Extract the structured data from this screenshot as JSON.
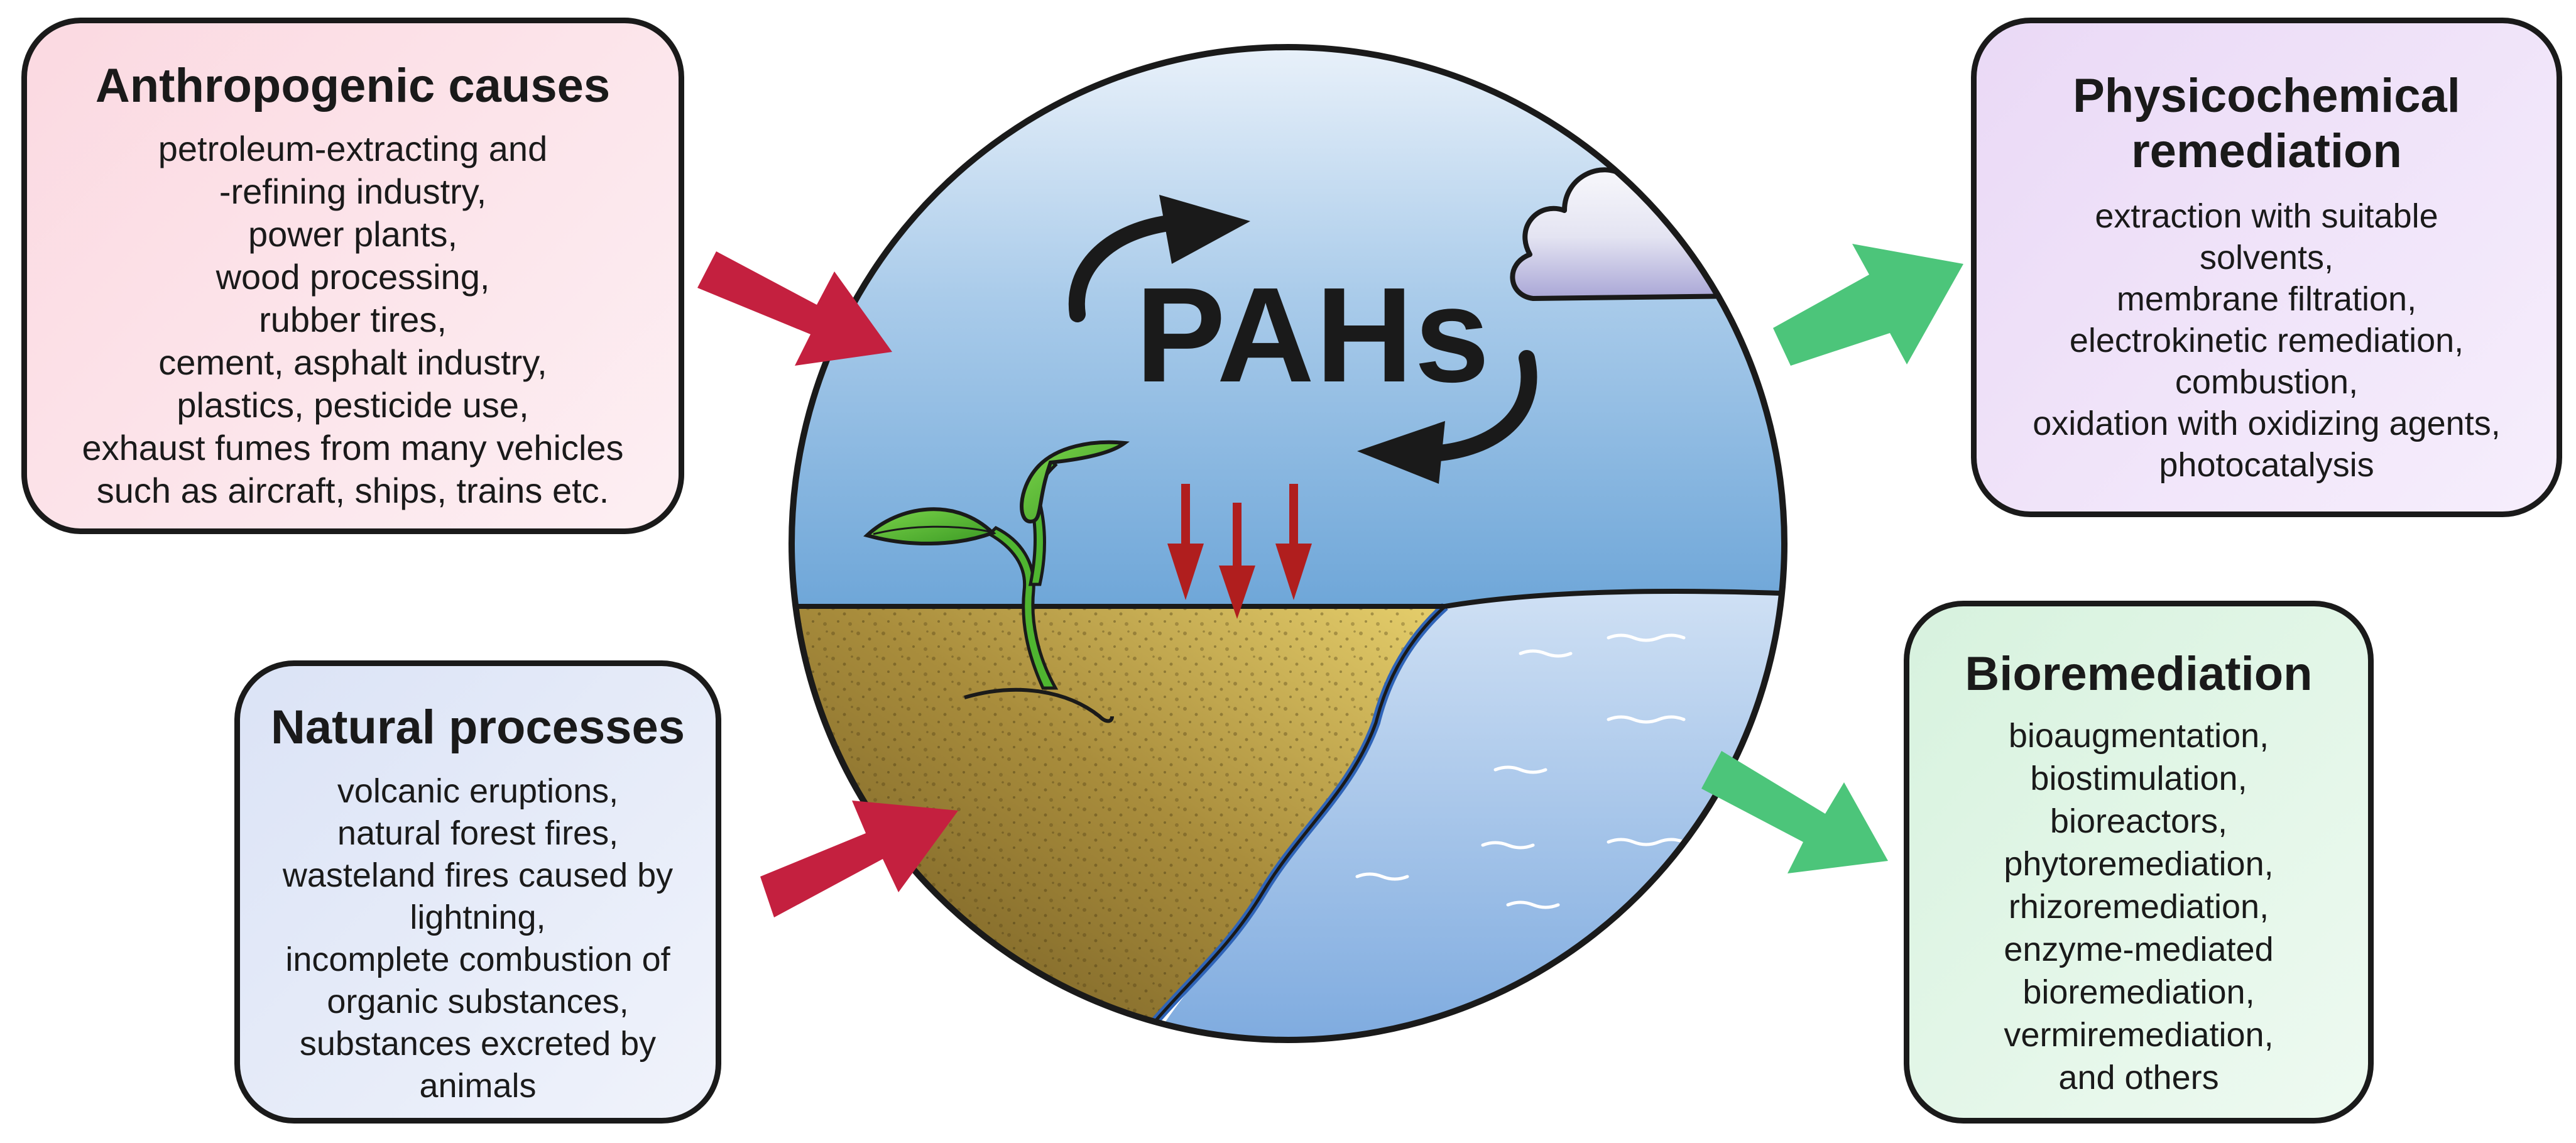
{
  "center": {
    "label": "PAHs"
  },
  "boxes": {
    "anthropogenic": {
      "title": "Anthropogenic causes",
      "lines": [
        "petroleum-extracting and",
        "-refining industry,",
        "power plants,",
        "wood processing,",
        "rubber tires,",
        "cement, asphalt industry,",
        "plastics, pesticide use,",
        "exhaust fumes from many vehicles",
        "such as aircraft, ships, trains etc."
      ]
    },
    "natural": {
      "title": "Natural processes",
      "lines": [
        "volcanic eruptions,",
        "natural forest fires,",
        "wasteland fires caused by",
        "lightning,",
        "incomplete combustion of",
        "organic substances,",
        "substances excreted by",
        "animals"
      ]
    },
    "physicochemical": {
      "title_lines": [
        "Physicochemical",
        "remediation"
      ],
      "lines": [
        "extraction with suitable",
        "solvents,",
        "membrane filtration,",
        "electrokinetic remediation,",
        "combustion,",
        "oxidation with oxidizing agents,",
        "photocatalysis"
      ]
    },
    "bioremediation": {
      "title": "Bioremediation",
      "lines": [
        "bioaugmentation,",
        "biostimulation,",
        "bioreactors,",
        "phytoremediation,",
        "rhizoremediation,",
        "enzyme-mediated",
        "bioremediation,",
        "vermiremediation,",
        "and others"
      ]
    }
  },
  "colors": {
    "input_arrow": "#c4203f",
    "output_arrow": "#4cc57a",
    "deposition_arrow": "#b01e1e",
    "sky": "#7fb3df",
    "soil": "#8a7530",
    "water": "#8fb8e4",
    "outline": "#1a1a1a"
  },
  "icons": [
    "cycle-arrow-icon",
    "cloud-icon",
    "plant-icon",
    "deposition-arrow-icon",
    "input-arrow-icon",
    "output-arrow-icon"
  ]
}
